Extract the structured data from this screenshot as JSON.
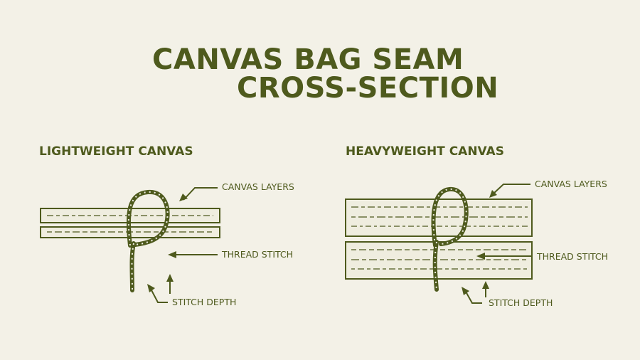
{
  "title": {
    "line1": "CANVAS BAG SEAM",
    "line2": "CROSS-SECTION"
  },
  "panels": [
    {
      "heading": "LIGHTWEIGHT CANVAS",
      "labels": {
        "layers": "CANVAS LAYERS",
        "thread": "THREAD STITCH",
        "depth": "STITCH DEPTH"
      }
    },
    {
      "heading": "HEAVYWEIGHT CANVAS",
      "labels": {
        "layers": "CANVAS LAYERS",
        "thread": "THREAD STITCH",
        "depth": "STITCH DEPTH"
      }
    }
  ],
  "colors": {
    "ink": "#4e5a1d",
    "paper": "#f3f1e7",
    "fabric": "#efeddf"
  }
}
